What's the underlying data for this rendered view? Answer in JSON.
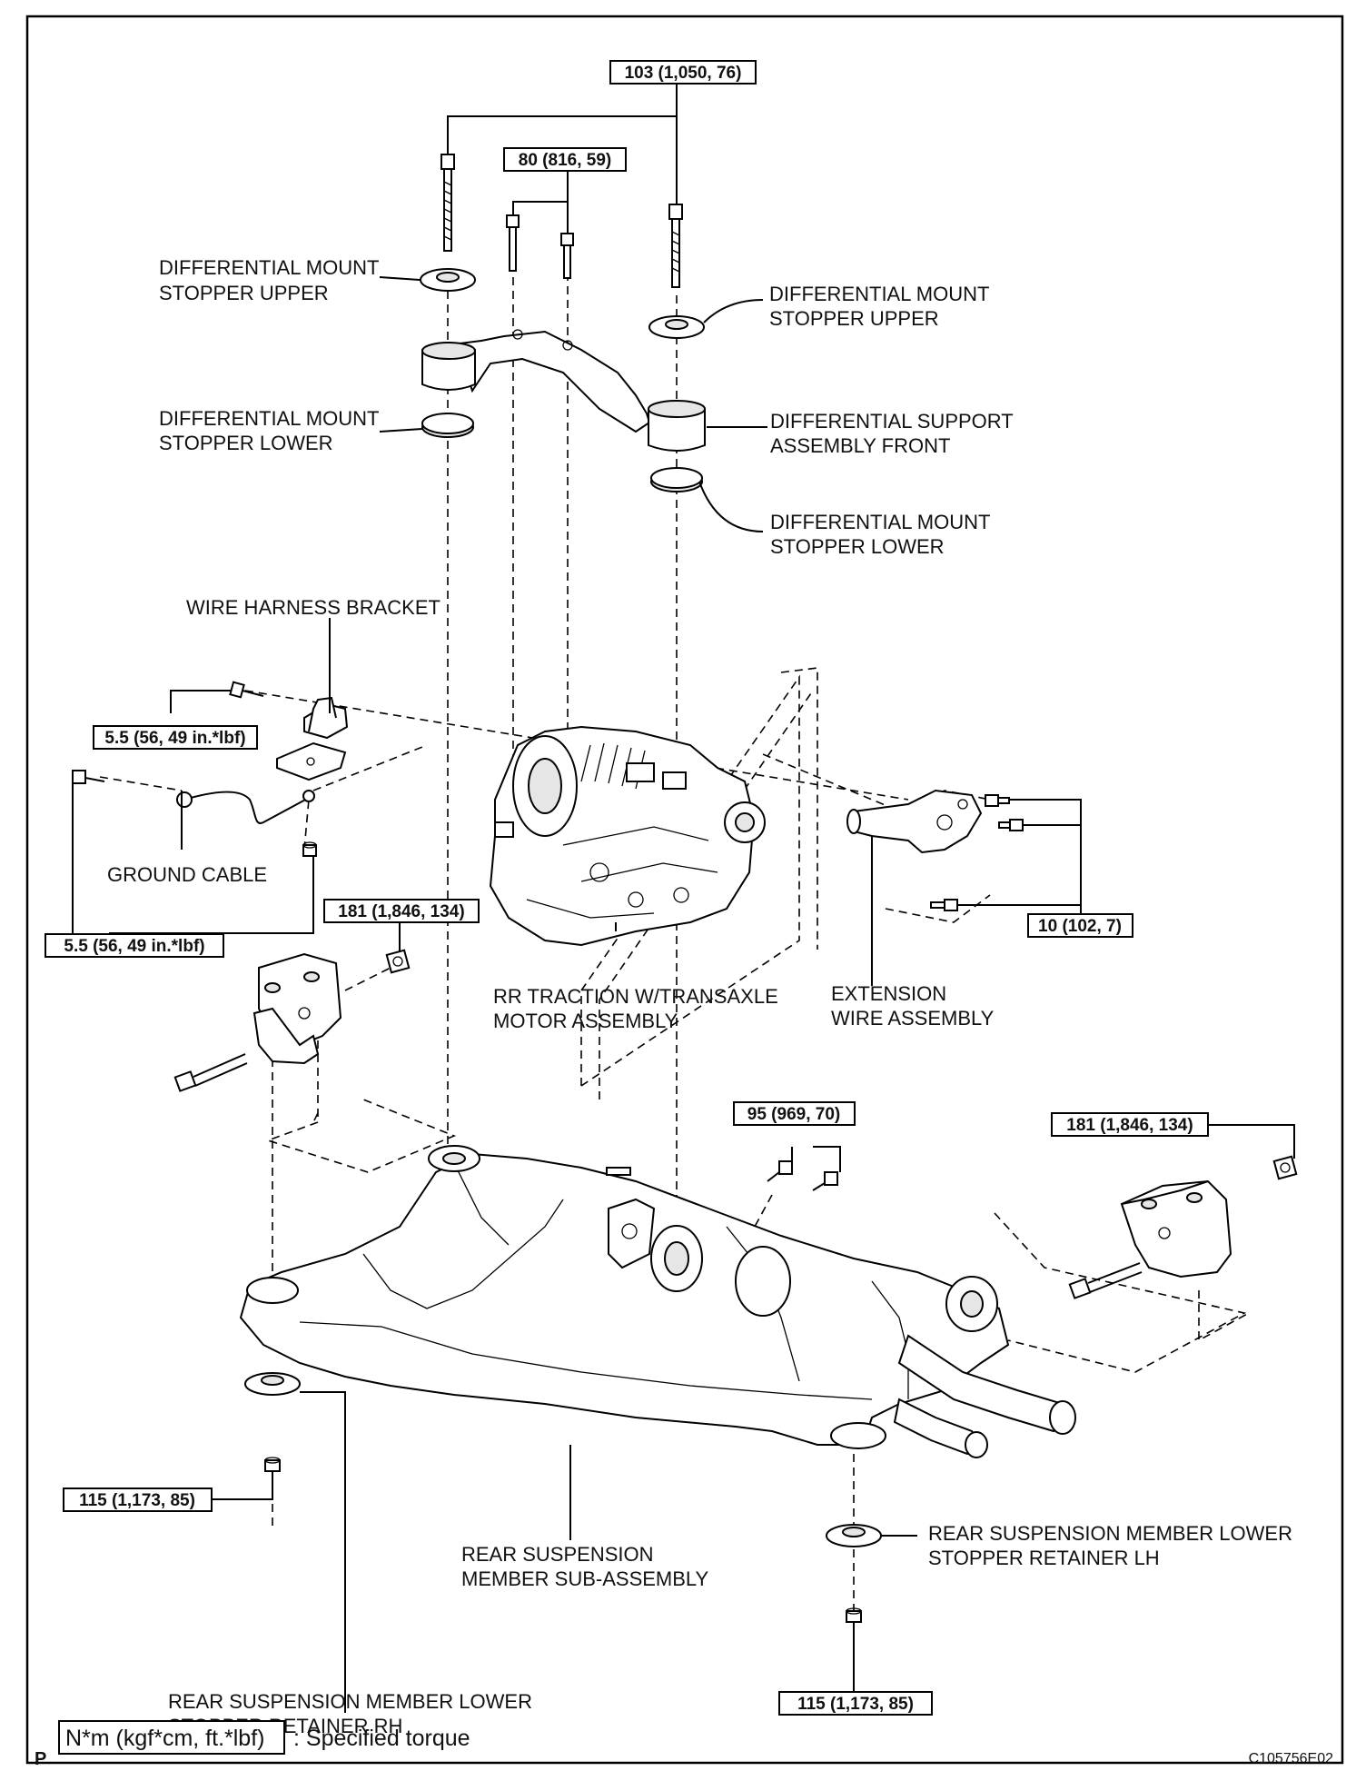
{
  "torque_specs": {
    "t103": "103 (1,050, 76)",
    "t80": "80 (816, 59)",
    "t55a": "5.5 (56, 49 in.*lbf)",
    "t55b": "5.5 (56, 49 in.*lbf)",
    "t181a": "181 (1,846, 134)",
    "t181b": "181 (1,846, 134)",
    "t10": "10 (102, 7)",
    "t95": "95 (969, 70)",
    "t115a": "115 (1,173, 85)",
    "t115b": "115 (1,173, 85)"
  },
  "labels": {
    "stopper_upper_left": [
      "DIFFERENTIAL MOUNT",
      "STOPPER UPPER"
    ],
    "stopper_upper_right": [
      "DIFFERENTIAL MOUNT",
      "STOPPER UPPER"
    ],
    "stopper_lower_left": [
      "DIFFERENTIAL MOUNT",
      "STOPPER LOWER"
    ],
    "support_front": [
      "DIFFERENTIAL SUPPORT",
      "ASSEMBLY FRONT"
    ],
    "stopper_lower_right": [
      "DIFFERENTIAL MOUNT",
      "STOPPER LOWER"
    ],
    "wire_harness_bracket": "WIRE HARNESS BRACKET",
    "ground_cable": "GROUND CABLE",
    "rr_traction": [
      "RR TRACTION W/TRANSAXLE",
      "MOTOR ASSEMBLY"
    ],
    "extension_wire": [
      "EXTENSION",
      "WIRE ASSEMBLY"
    ],
    "rear_susp_member": [
      "REAR SUSPENSION",
      "MEMBER SUB-ASSEMBLY"
    ],
    "retainer_lh": [
      "REAR SUSPENSION MEMBER LOWER",
      "STOPPER RETAINER LH"
    ],
    "retainer_rh": [
      "REAR SUSPENSION MEMBER LOWER",
      "STOPPER RETAINER RH"
    ]
  },
  "legend": {
    "unit": "N*m (kgf*cm, ft.*lbf)",
    "desc": ": Specified torque"
  },
  "corner_left": "P",
  "figure_code": "C105756E02"
}
